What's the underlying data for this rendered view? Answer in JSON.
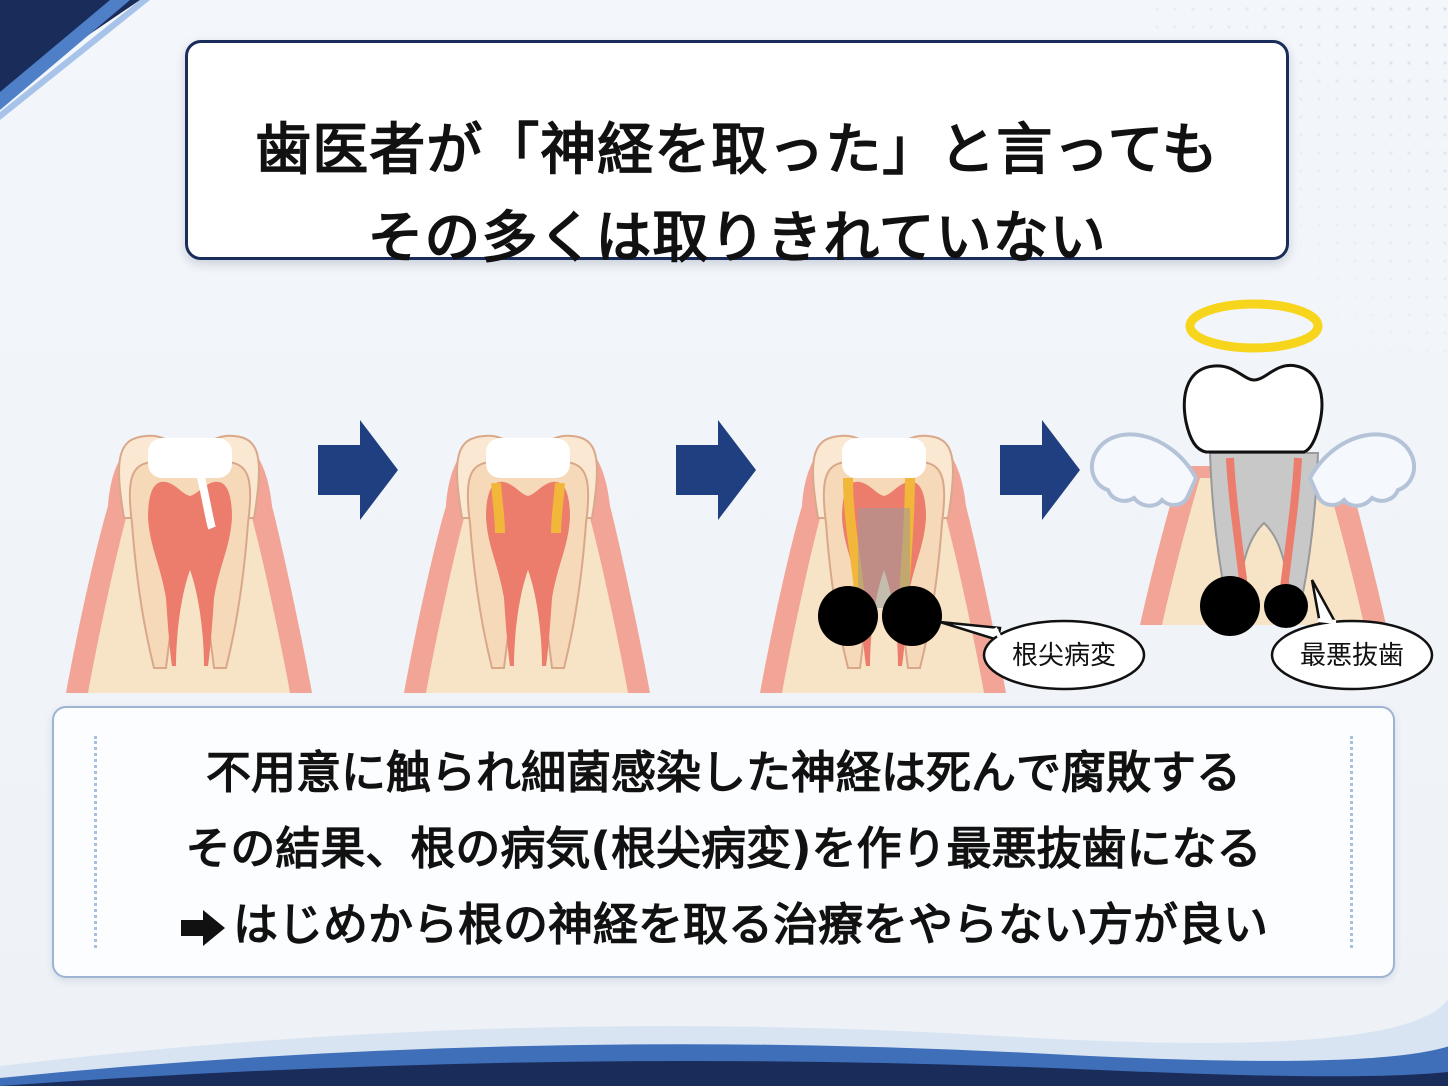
{
  "title": {
    "line1": "歯医者が「神経を取った」と言っても",
    "line2": "その多くは取りきれていない"
  },
  "labels": {
    "apical_lesion": "根尖病変",
    "worst_extraction": "最悪抜歯"
  },
  "summary": {
    "line1": "不用意に触られ細菌感染した神経は死んで腐敗する",
    "line2": "その結果、根の病気(根尖病変)を作り最悪抜歯になる",
    "line3": "はじめから根の神経を取る治療をやらない方が良い"
  },
  "colors": {
    "navy": "#1a2d5a",
    "arrow": "#1f3f80",
    "gum": "#f2a596",
    "bone": "#f7e4c6",
    "enamel": "#fbe8d2",
    "pulp": "#ec7d6c",
    "infection": "#f2b63a",
    "halo": "#f7d51c"
  }
}
